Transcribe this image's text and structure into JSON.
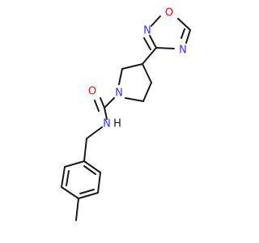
{
  "molecule": {
    "colors": {
      "bond": "#1a1a1a",
      "N": "#3333ff",
      "O": "#ff0d0d"
    },
    "atoms": {
      "oxadiazole_O": "O",
      "oxadiazole_N2": "N",
      "oxadiazole_N4": "N",
      "pyrrolidine_N": "N",
      "carbonyl_O": "O",
      "amide_N": "N",
      "amide_H": "H"
    }
  }
}
